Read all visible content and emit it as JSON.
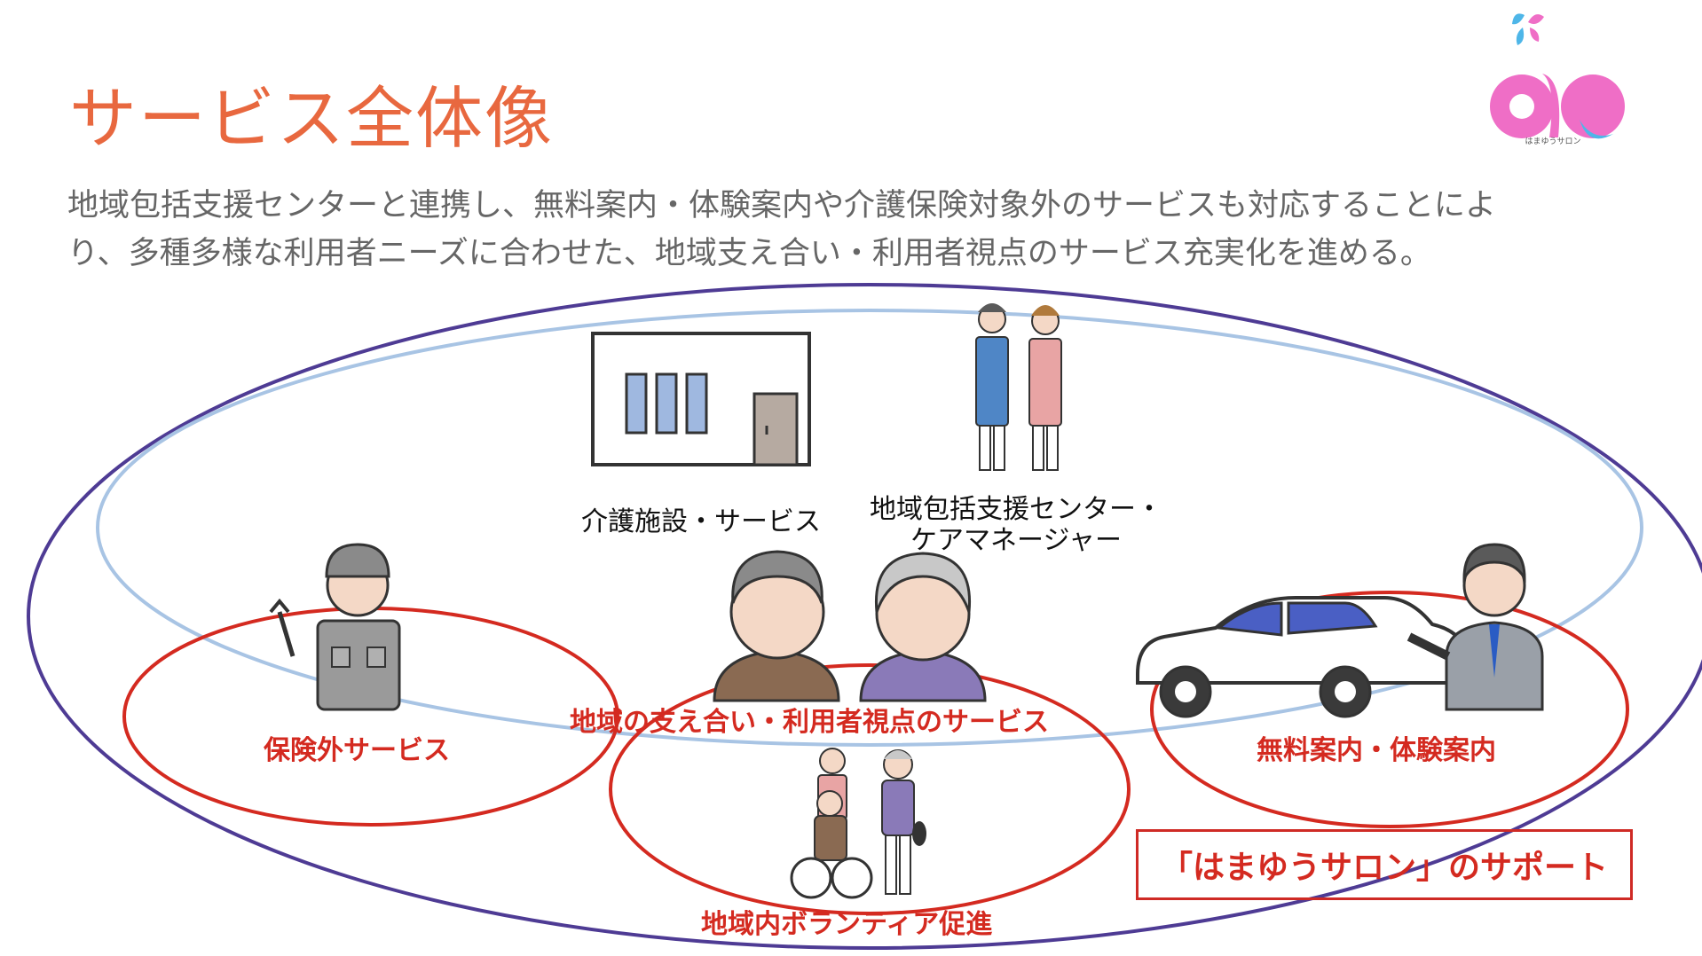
{
  "title": "サービス全体像",
  "description_lines": [
    "地域包括支援センターと連携し、無料案内・体験案内や介護保険対象外のサービスも対応することによ",
    "り、多種多様な利用者ニーズに合わせた、地域支え合い・利用者視点のサービス充実化を進める。"
  ],
  "logo": {
    "text": "はまゆうサロン",
    "icon": "butterfly-logo-icon"
  },
  "labels": {
    "care_facility": "介護施設・サービス",
    "support_center_line1": "地域包括支援センター・",
    "support_center_line2": "ケアマネージャー",
    "community_support": "地域の支え合い・利用者視点のサービス",
    "uninsured": "保険外サービス",
    "free_trial": "無料案内・体験案内",
    "volunteer": "地域内ボランティア促進"
  },
  "support_box": "「はまゆうサロン」のサポート",
  "colors": {
    "title": "#e8683f",
    "text_gray": "#666666",
    "red": "#d42a20",
    "outer_ellipse": "#4e3b94",
    "inner_ellipse": "#a8c4e4",
    "logo_pink": "#ef6ec6",
    "logo_blue": "#4eb6e8"
  }
}
